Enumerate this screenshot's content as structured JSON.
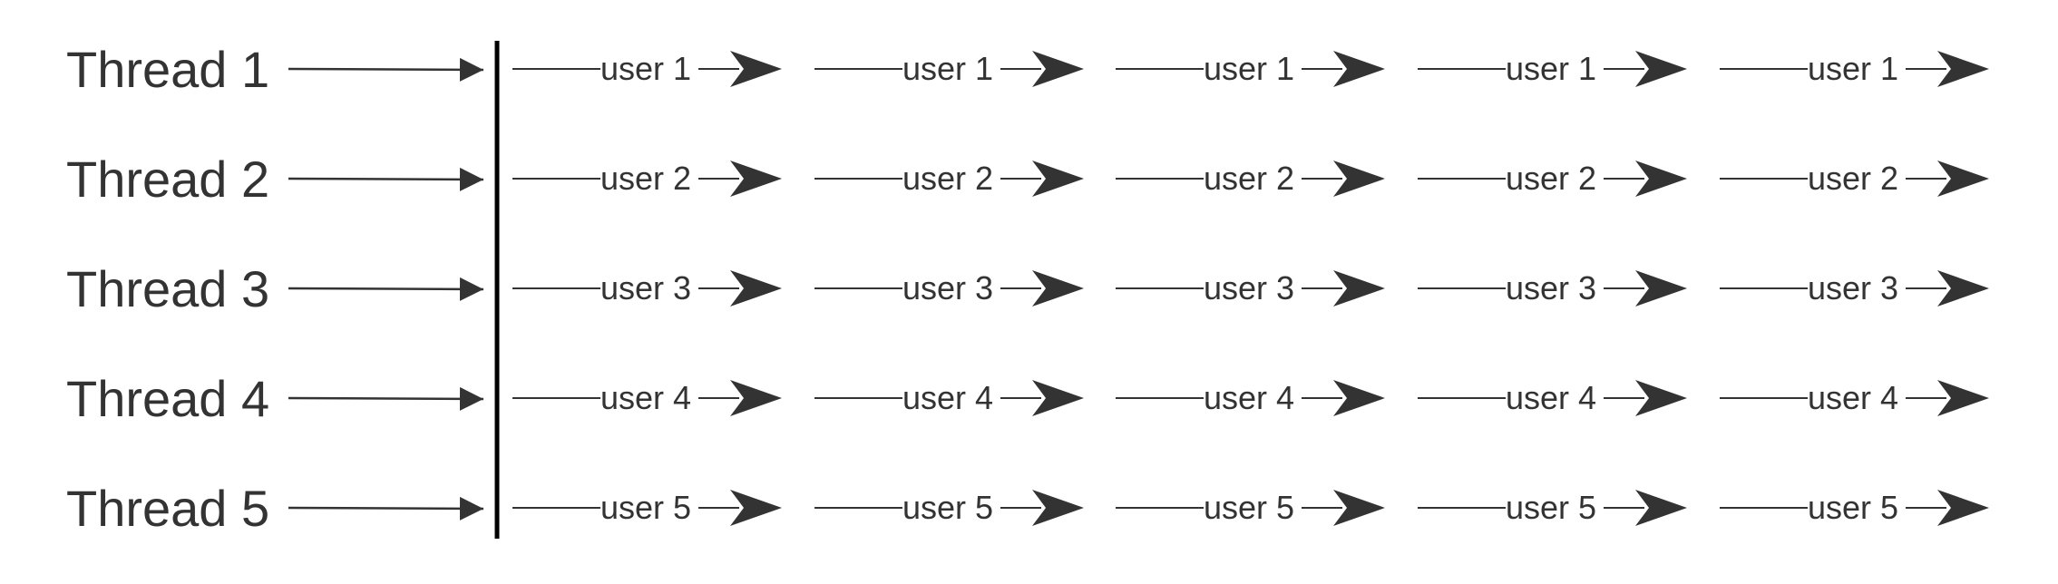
{
  "threads": [
    {
      "label": "Thread 1",
      "users": [
        "user 1",
        "user 1",
        "user 1",
        "user 1",
        "user 1"
      ]
    },
    {
      "label": "Thread 2",
      "users": [
        "user 2",
        "user 2",
        "user 2",
        "user 2",
        "user 2"
      ]
    },
    {
      "label": "Thread 3",
      "users": [
        "user 3",
        "user 3",
        "user 3",
        "user 3",
        "user 3"
      ]
    },
    {
      "label": "Thread 4",
      "users": [
        "user 4",
        "user 4",
        "user 4",
        "user 4",
        "user 4"
      ]
    },
    {
      "label": "Thread 5",
      "users": [
        "user 5",
        "user 5",
        "user 5",
        "user 5",
        "user 5"
      ]
    }
  ],
  "colors": {
    "text": "#333333",
    "line": "#333333",
    "barrier": "#000000"
  }
}
